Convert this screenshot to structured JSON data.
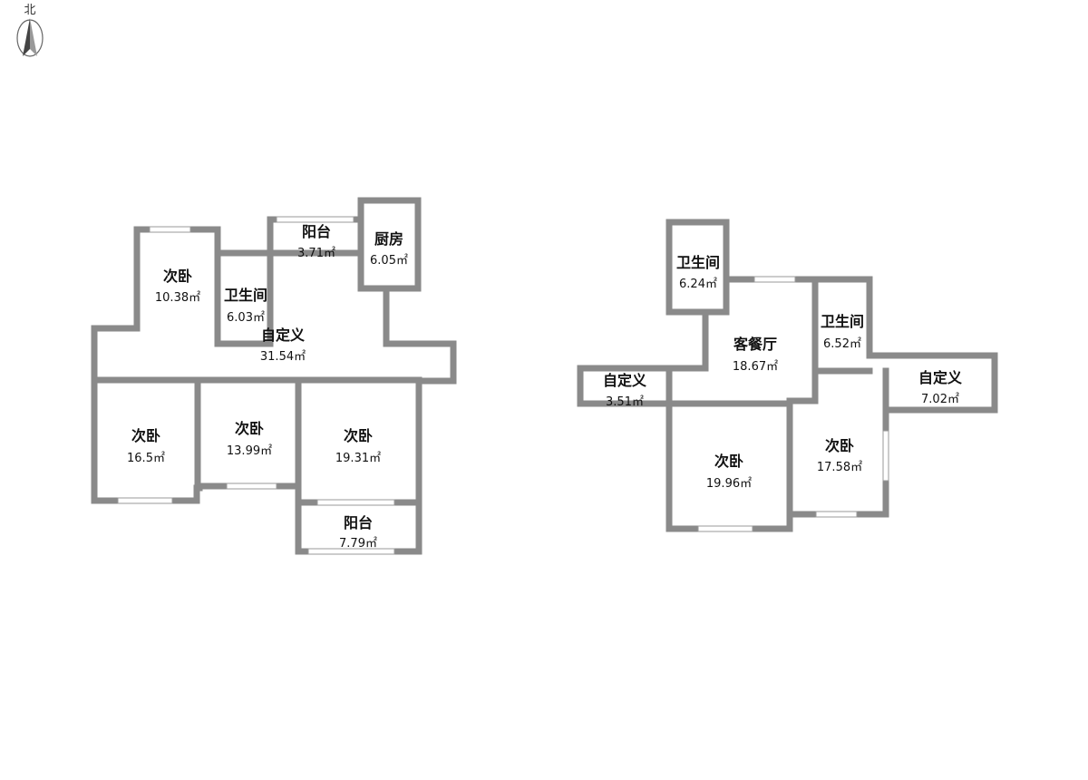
{
  "compass": {
    "label": "北"
  },
  "plan_left": {
    "rooms": [
      {
        "id": "l-bed-a",
        "name": "次卧",
        "area": "10.38㎡"
      },
      {
        "id": "l-bath",
        "name": "卫生间",
        "area": "6.03㎡"
      },
      {
        "id": "l-balcony-top",
        "name": "阳台",
        "area": "3.71㎡"
      },
      {
        "id": "l-kitchen",
        "name": "厨房",
        "area": "6.05㎡"
      },
      {
        "id": "l-custom",
        "name": "自定义",
        "area": "31.54㎡"
      },
      {
        "id": "l-bed-b",
        "name": "次卧",
        "area": "16.5㎡"
      },
      {
        "id": "l-bed-c",
        "name": "次卧",
        "area": "13.99㎡"
      },
      {
        "id": "l-bed-d",
        "name": "次卧",
        "area": "19.31㎡"
      },
      {
        "id": "l-balcony-bottom",
        "name": "阳台",
        "area": "7.79㎡"
      }
    ]
  },
  "plan_right": {
    "rooms": [
      {
        "id": "r-bath-a",
        "name": "卫生间",
        "area": "6.24㎡"
      },
      {
        "id": "r-living",
        "name": "客餐厅",
        "area": "18.67㎡"
      },
      {
        "id": "r-bath-b",
        "name": "卫生间",
        "area": "6.52㎡"
      },
      {
        "id": "r-custom-a",
        "name": "自定义",
        "area": "3.51㎡"
      },
      {
        "id": "r-custom-b",
        "name": "自定义",
        "area": "7.02㎡"
      },
      {
        "id": "r-bed-a",
        "name": "次卧",
        "area": "19.96㎡"
      },
      {
        "id": "r-bed-b",
        "name": "次卧",
        "area": "17.58㎡"
      }
    ]
  }
}
